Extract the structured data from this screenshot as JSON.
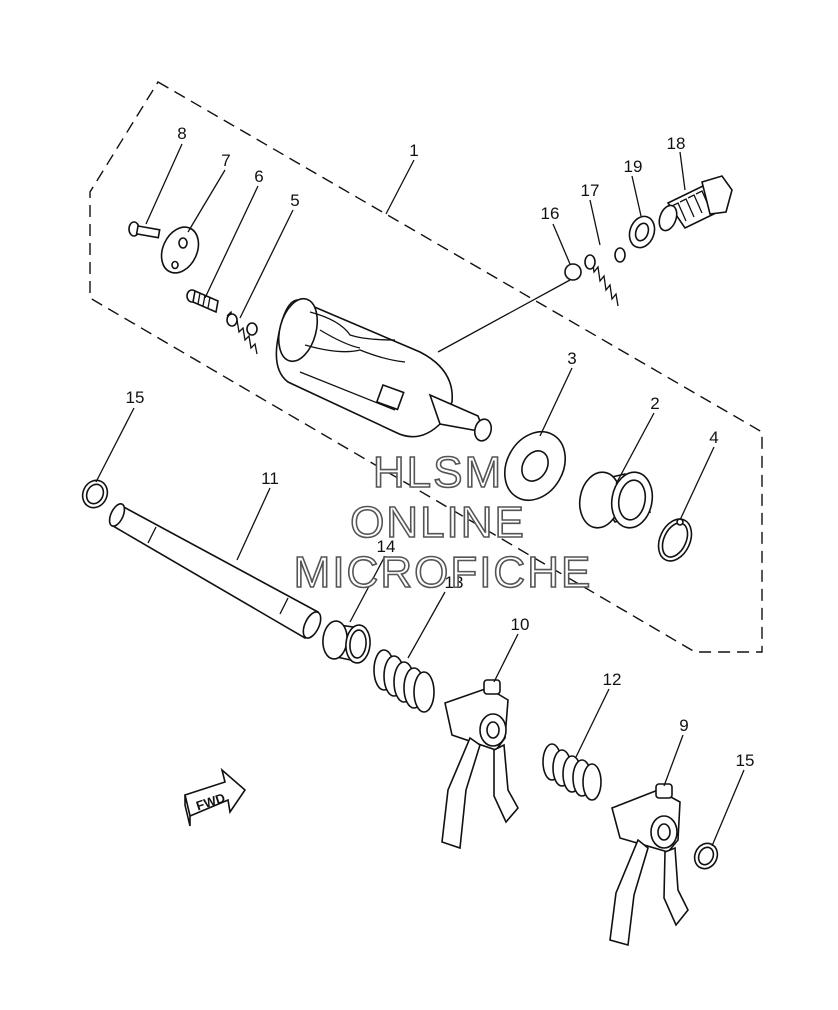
{
  "diagram": {
    "callouts": [
      {
        "id": "c1",
        "text": "1"
      },
      {
        "id": "c2",
        "text": "2"
      },
      {
        "id": "c3",
        "text": "3"
      },
      {
        "id": "c4",
        "text": "4"
      },
      {
        "id": "c5",
        "text": "5"
      },
      {
        "id": "c6",
        "text": "6"
      },
      {
        "id": "c7",
        "text": "7"
      },
      {
        "id": "c8",
        "text": "8"
      },
      {
        "id": "c9",
        "text": "9"
      },
      {
        "id": "c10",
        "text": "10"
      },
      {
        "id": "c11",
        "text": "11"
      },
      {
        "id": "c12",
        "text": "12"
      },
      {
        "id": "c13",
        "text": "13"
      },
      {
        "id": "c14",
        "text": "14"
      },
      {
        "id": "c15a",
        "text": "15"
      },
      {
        "id": "c15b",
        "text": "15"
      },
      {
        "id": "c16",
        "text": "16"
      },
      {
        "id": "c17",
        "text": "17"
      },
      {
        "id": "c18",
        "text": "18"
      },
      {
        "id": "c19",
        "text": "19"
      }
    ],
    "fwd_label": "FWD",
    "watermark": [
      "HLSM",
      "ONLINE",
      "MICROFICHE"
    ]
  }
}
